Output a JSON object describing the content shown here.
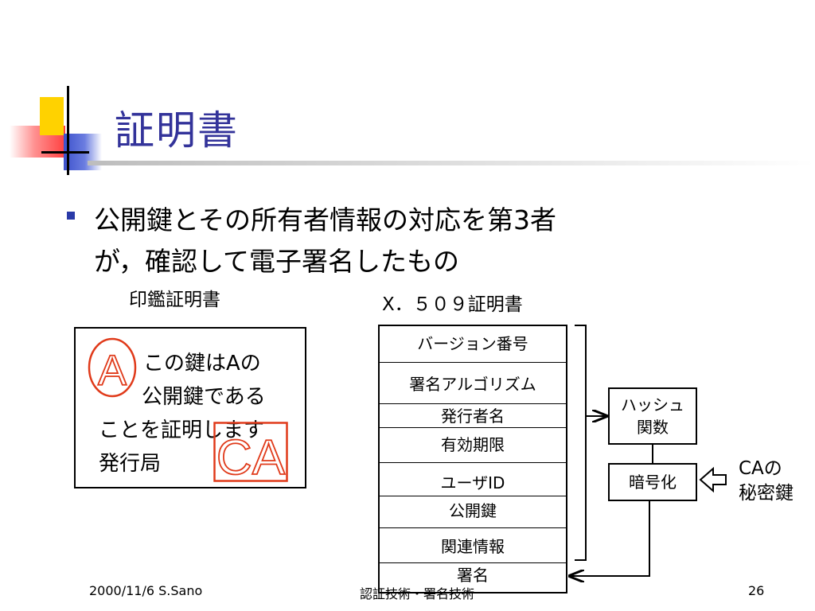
{
  "slide": {
    "title": "証明書",
    "bullet_line1": "公開鍵とその所有者情報の対応を第3者",
    "bullet_line2": "が，確認して電子署名したもの"
  },
  "inkan": {
    "label": "印鑑証明書",
    "line1": "この鍵はAの",
    "line2": "公開鍵である",
    "line3": "ことを証明します",
    "line4": "発行局",
    "stamp_a_text": "A",
    "stamp_ca_text": "CA"
  },
  "x509": {
    "label": "X．５０９証明書",
    "fields": [
      "バージョン番号",
      "署名アルゴリズム",
      "発行者名",
      "有効期限",
      "ユーザID",
      "公開鍵",
      "関連情報",
      "署名"
    ]
  },
  "hash_box": {
    "line1": "ハッシュ",
    "line2": "関数"
  },
  "encrypt_box": {
    "label": "暗号化"
  },
  "ca_key": {
    "line1": "CAの",
    "line2": "秘密鍵"
  },
  "footer": {
    "left": "2000/11/6 S.Sano",
    "center": "認証技術・署名技術",
    "right": "26"
  },
  "colors": {
    "title": "#33339a",
    "stamp": "#e03a1a",
    "bullet": "#2a3aa8"
  },
  "icons": {
    "stamp_a": "circle-stamp-icon",
    "stamp_ca": "square-stamp-icon",
    "arrow": "hollow-left-arrow-icon"
  }
}
